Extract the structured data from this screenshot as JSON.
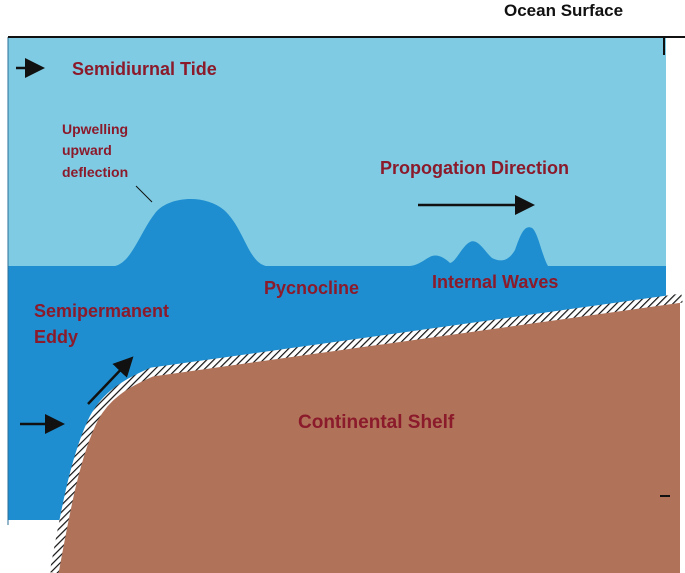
{
  "labels": {
    "ocean_surface": "Ocean Surface",
    "semidiurnal_tide": "Semidiurnal Tide",
    "upwelling_line1": "Upwelling",
    "upwelling_line2": "upward",
    "upwelling_line3": "deflection",
    "propagation_direction": "Propogation Direction",
    "pycnocline": "Pycnocline",
    "internal_waves": "Internal Waves",
    "eddy_line1": "Semipermanent",
    "eddy_line2": "Eddy",
    "continental_shelf": "Continental Shelf"
  },
  "colors": {
    "upper_layer": "#7ecbe3",
    "lower_layer": "#1e8ed0",
    "shelf": "#b0735a",
    "label_text": "#8b1a2b",
    "line": "#111111"
  }
}
